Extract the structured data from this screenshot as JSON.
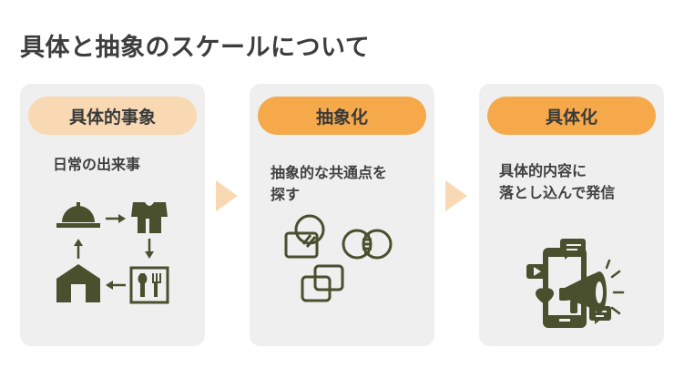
{
  "title": "具体と抽象のスケールについて",
  "cards": [
    {
      "label": "具体的事象",
      "lines": [
        "日常の出来事"
      ],
      "icon": "daily-life-cycle-icon"
    },
    {
      "label": "抽象化",
      "lines": [
        "抽象的な共通点を",
        "探す"
      ],
      "icon": "overlapping-shapes-icon"
    },
    {
      "label": "具体化",
      "lines": [
        "具体的内容に",
        "落とし込んで発信"
      ],
      "icon": "smartphone-megaphone-icon"
    }
  ],
  "colors": {
    "accent_light": "#f8d9b4",
    "accent_strong": "#f5a94b",
    "card_bg": "#efefef",
    "icon_dark": "#4a4f2e"
  },
  "arrows": [
    "arrow-right-icon",
    "arrow-right-icon"
  ]
}
